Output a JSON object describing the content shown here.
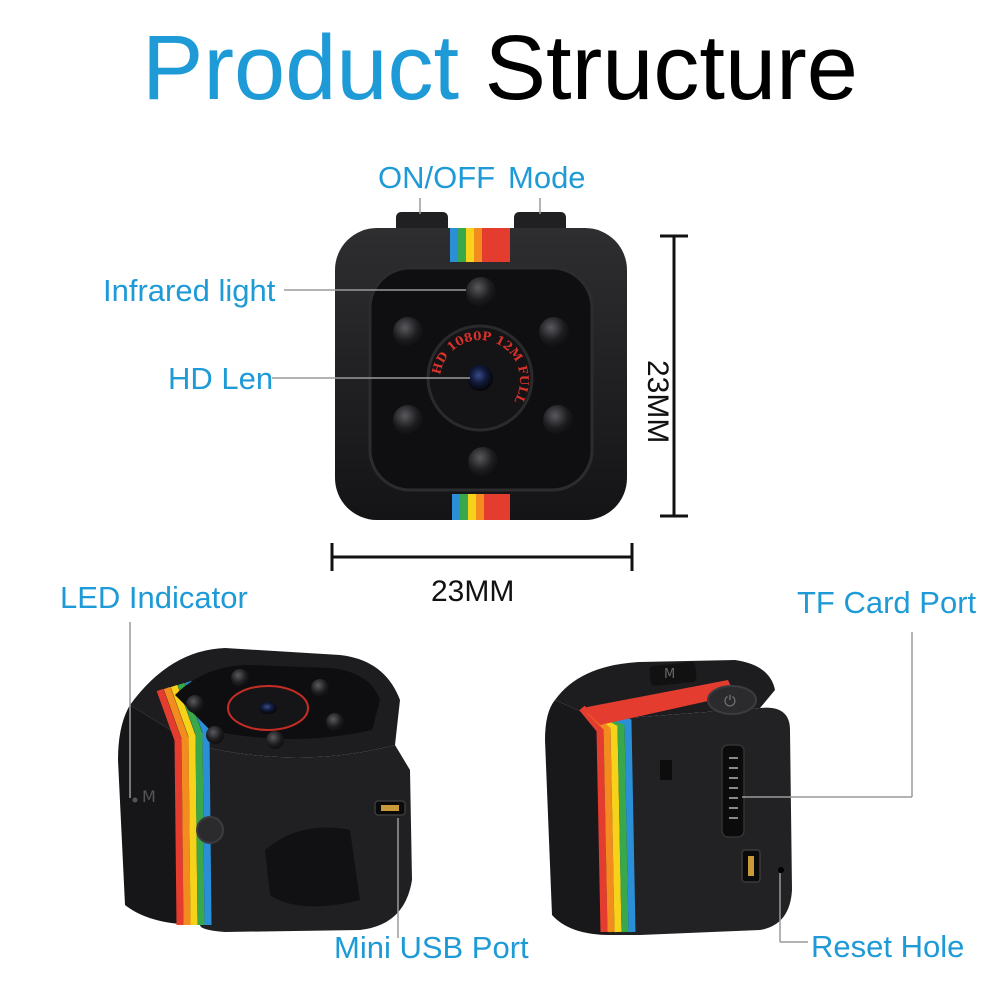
{
  "title": {
    "part1": "Product",
    "part2": "Structure"
  },
  "labels": {
    "on_off": "ON/OFF",
    "mode": "Mode",
    "infrared_light": "Infrared light",
    "hd_len": "HD Len",
    "led_indicator": "LED Indicator",
    "mini_usb_port": "Mini USB Port",
    "tf_card_port": "TF Card Port",
    "reset_hole": "Reset Hole"
  },
  "dimensions": {
    "height": "23MM",
    "width": "23MM"
  },
  "lens_ring_text": "HD 1080P 12M FULL",
  "button_marks": {
    "mode": "M",
    "power": "⏻"
  },
  "colors": {
    "accent": "#1e9ad6",
    "body": "#1c1c1e",
    "stripe": [
      "#e43d30",
      "#f28c1e",
      "#f6d21a",
      "#38a84a",
      "#2a8fd6"
    ]
  }
}
